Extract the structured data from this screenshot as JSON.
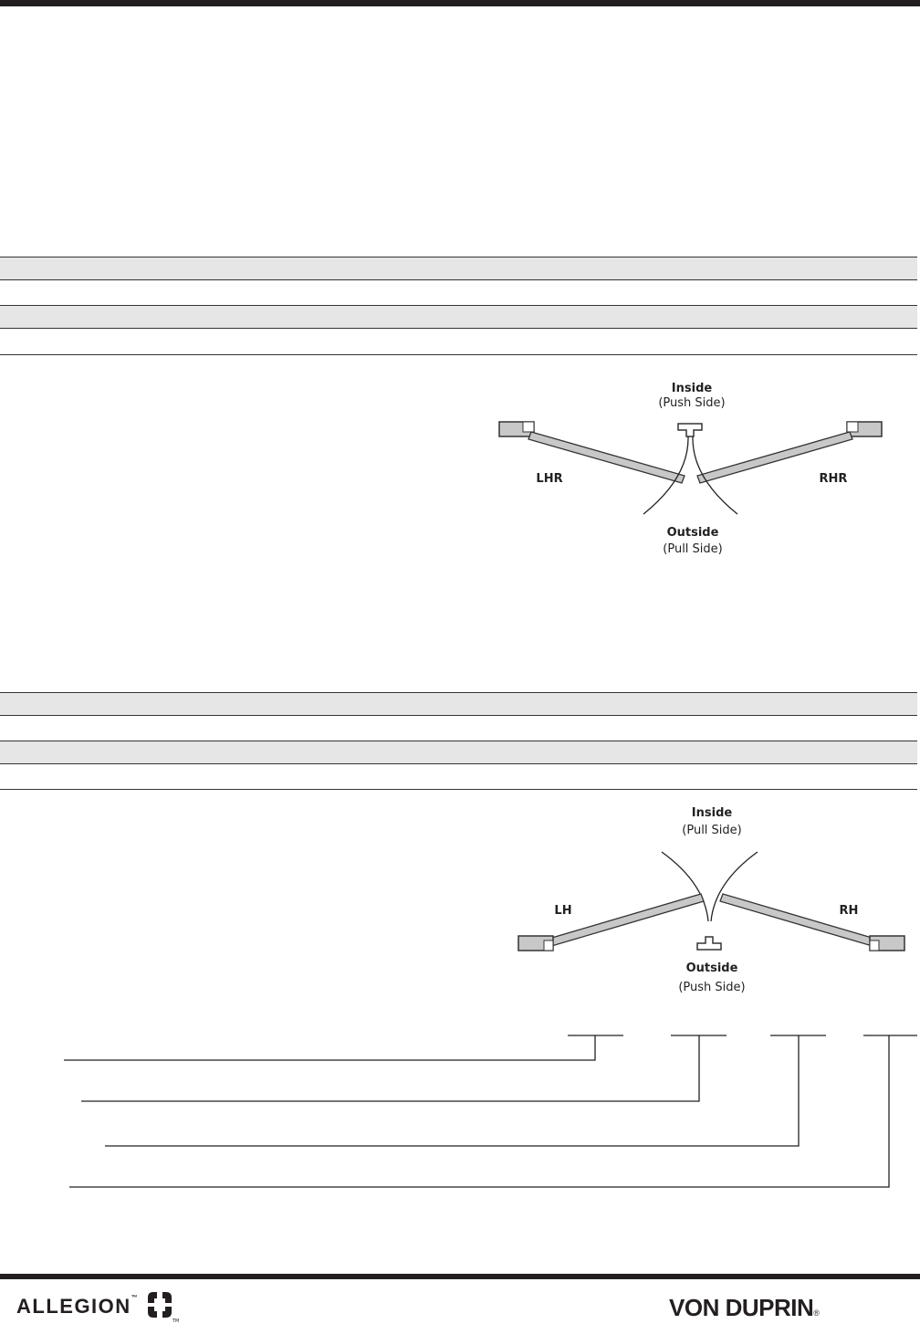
{
  "diagram_reverse": {
    "inside": "Inside",
    "inside_sub": "(Push Side)",
    "outside": "Outside",
    "outside_sub": "(Pull Side)",
    "left": "LHR",
    "right": "RHR"
  },
  "diagram_standard": {
    "inside": "Inside",
    "inside_sub": "(Pull Side)",
    "outside": "Outside",
    "outside_sub": "(Push Side)",
    "left": "LH",
    "right": "RH"
  },
  "footer": {
    "allegion": "ALLEGION",
    "allegion_tm": "™",
    "allegion_tm2": "TM",
    "vonduprin": "VON DUPRIN",
    "vonduprin_r": "®"
  },
  "colors": {
    "rule": "#231f20",
    "band": "#e6e6e6",
    "door": "#c8c8c8"
  }
}
